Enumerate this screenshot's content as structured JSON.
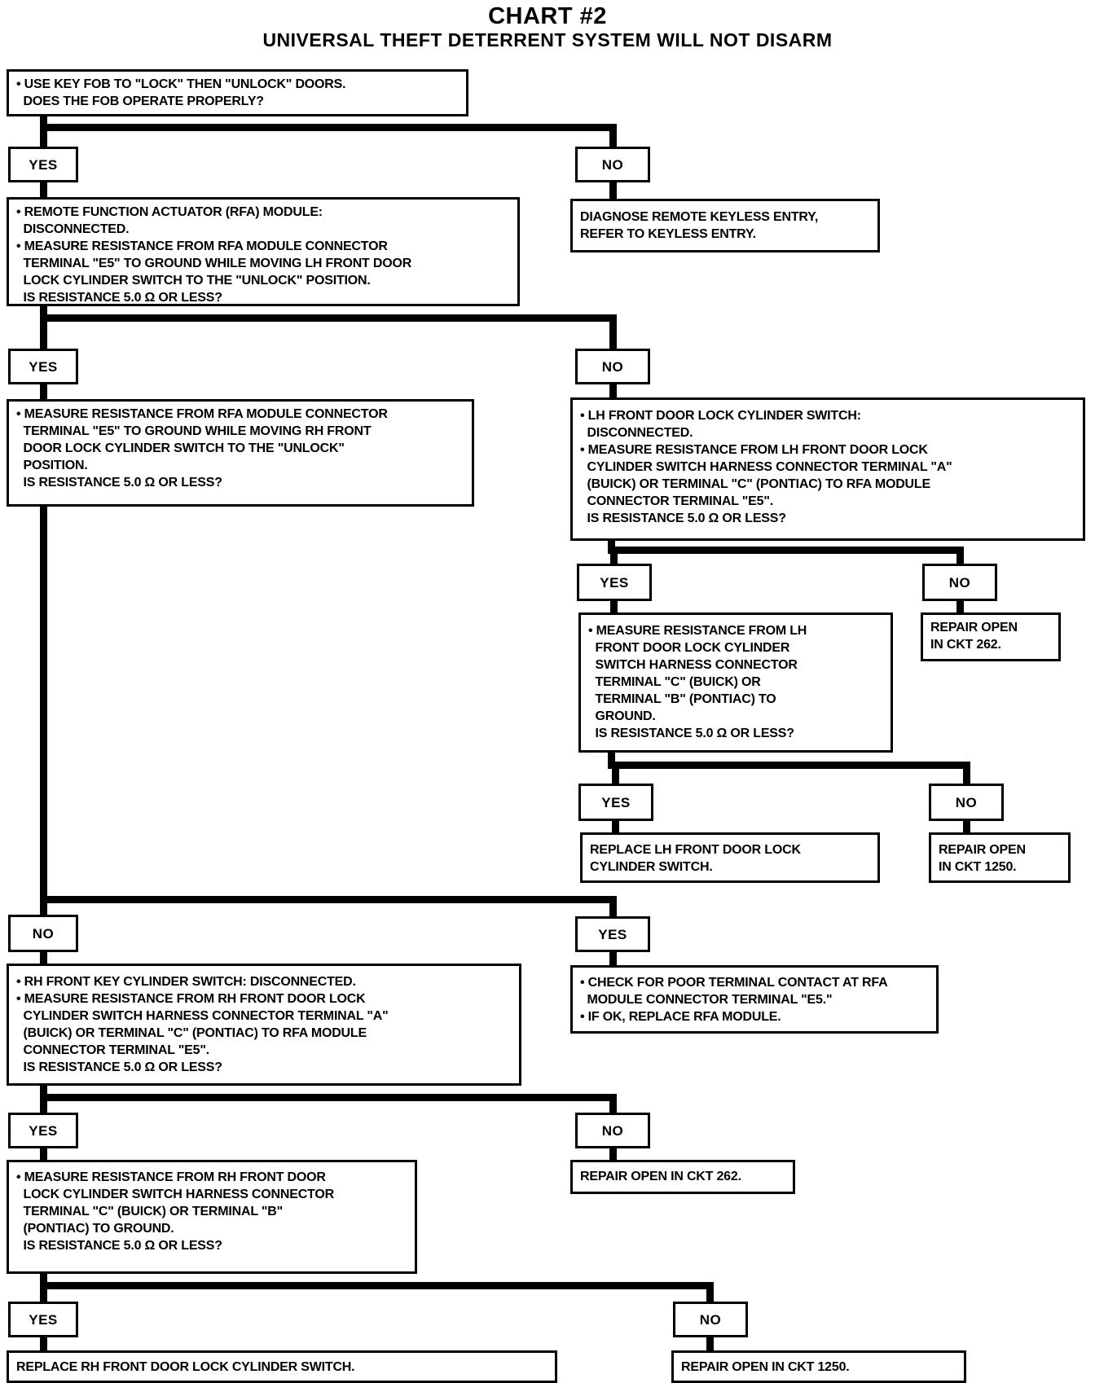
{
  "title": "CHART #2",
  "subtitle": "UNIVERSAL THEFT DETERRENT SYSTEM WILL NOT DISARM",
  "labels": {
    "yes": "YES",
    "no": "NO"
  },
  "nodes": {
    "start": {
      "lines": [
        "• USE KEY FOB TO \"LOCK\" THEN \"UNLOCK\" DOORS.",
        "  DOES THE FOB OPERATE PROPERLY?"
      ]
    },
    "rfa_module_test": {
      "lines": [
        "• REMOTE FUNCTION ACTUATOR (RFA) MODULE:",
        "  DISCONNECTED.",
        "• MEASURE RESISTANCE FROM RFA MODULE CONNECTOR",
        "  TERMINAL \"E5\" TO GROUND WHILE MOVING LH FRONT DOOR",
        "  LOCK CYLINDER SWITCH TO THE \"UNLOCK\" POSITION.",
        "  IS RESISTANCE 5.0 Ω OR LESS?"
      ]
    },
    "diagnose_keyless": {
      "lines": [
        "DIAGNOSE REMOTE KEYLESS ENTRY,",
        "REFER TO KEYLESS ENTRY."
      ]
    },
    "rh_unlock_test": {
      "lines": [
        "• MEASURE RESISTANCE FROM RFA MODULE CONNECTOR",
        "  TERMINAL \"E5\" TO GROUND WHILE MOVING RH FRONT",
        "  DOOR LOCK CYLINDER SWITCH TO THE \"UNLOCK\"",
        "  POSITION.",
        "  IS RESISTANCE 5.0 Ω OR LESS?"
      ]
    },
    "lh_switch_test": {
      "lines": [
        "• LH FRONT DOOR LOCK CYLINDER SWITCH:",
        "  DISCONNECTED.",
        "• MEASURE RESISTANCE FROM LH FRONT DOOR LOCK",
        "  CYLINDER SWITCH HARNESS CONNECTOR TERMINAL \"A\"",
        "  (BUICK) OR TERMINAL \"C\" (PONTIAC) TO RFA MODULE",
        "  CONNECTOR TERMINAL \"E5\".",
        "  IS RESISTANCE 5.0 Ω OR LESS?"
      ]
    },
    "lh_ground_test": {
      "lines": [
        "• MEASURE RESISTANCE FROM LH",
        "  FRONT DOOR LOCK CYLINDER",
        "  SWITCH HARNESS CONNECTOR",
        "  TERMINAL \"C\" (BUICK) OR",
        "  TERMINAL \"B\" (PONTIAC) TO",
        "  GROUND.",
        "  IS RESISTANCE 5.0 Ω OR LESS?"
      ]
    },
    "repair_ckt262_a": {
      "lines": [
        "REPAIR OPEN",
        "IN CKT 262."
      ]
    },
    "replace_lh_switch": {
      "lines": [
        "REPLACE LH FRONT DOOR LOCK",
        "CYLINDER SWITCH."
      ]
    },
    "repair_ckt1250_a": {
      "lines": [
        "REPAIR OPEN",
        "IN CKT 1250."
      ]
    },
    "rh_key_switch_test": {
      "lines": [
        "• RH FRONT KEY CYLINDER SWITCH: DISCONNECTED.",
        "• MEASURE RESISTANCE FROM RH FRONT DOOR LOCK",
        "  CYLINDER SWITCH HARNESS CONNECTOR TERMINAL \"A\"",
        "  (BUICK) OR TERMINAL \"C\" (PONTIAC) TO RFA MODULE",
        "  CONNECTOR TERMINAL \"E5\".",
        "  IS RESISTANCE 5.0 Ω OR LESS?"
      ]
    },
    "check_rfa_contact": {
      "lines": [
        "• CHECK FOR POOR TERMINAL CONTACT AT RFA",
        "  MODULE CONNECTOR TERMINAL \"E5.\"",
        "• IF OK, REPLACE RFA MODULE."
      ]
    },
    "rh_ground_test": {
      "lines": [
        "• MEASURE RESISTANCE FROM RH FRONT DOOR",
        "  LOCK CYLINDER SWITCH HARNESS CONNECTOR",
        "  TERMINAL \"C\" (BUICK) OR TERMINAL \"B\"",
        "  (PONTIAC) TO GROUND.",
        "  IS RESISTANCE 5.0 Ω OR LESS?"
      ]
    },
    "repair_ckt262_b": {
      "lines": [
        "REPAIR OPEN IN CKT 262."
      ]
    },
    "replace_rh_switch": {
      "lines": [
        "REPLACE RH FRONT DOOR LOCK CYLINDER SWITCH."
      ]
    },
    "repair_ckt1250_b": {
      "lines": [
        "REPAIR OPEN IN CKT 1250."
      ]
    }
  }
}
